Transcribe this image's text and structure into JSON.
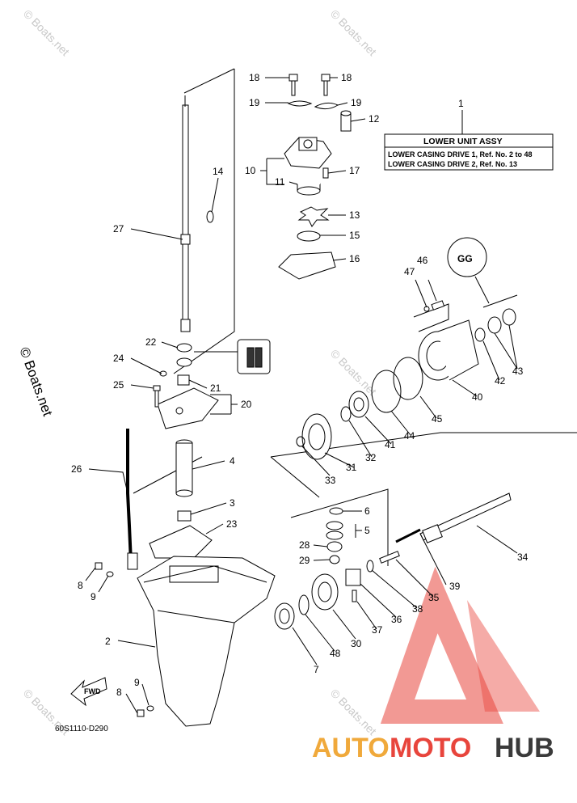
{
  "watermark": {
    "text": "© Boats.net"
  },
  "callouts": {
    "c1": "1",
    "c2": "2",
    "c3": "3",
    "c4": "4",
    "c5": "5",
    "c6": "6",
    "c7": "7",
    "c8a": "8",
    "c8b": "8",
    "c9a": "9",
    "c9b": "9",
    "c10": "10",
    "c11": "11",
    "c12": "12",
    "c13": "13",
    "c14": "14",
    "c15": "15",
    "c16": "16",
    "c17": "17",
    "c18a": "18",
    "c18b": "18",
    "c19a": "19",
    "c19b": "19",
    "c20": "20",
    "c21": "21",
    "c22": "22",
    "c23": "23",
    "c24": "24",
    "c25": "25",
    "c26": "26",
    "c27": "27",
    "c28": "28",
    "c29": "29",
    "c30": "30",
    "c31": "31",
    "c32": "32",
    "c33": "33",
    "c34": "34",
    "c35": "35",
    "c36": "36",
    "c37": "37",
    "c38": "38",
    "c39": "39",
    "c40": "40",
    "c41": "41",
    "c42": "42",
    "c43": "43",
    "c44": "44",
    "c45": "45",
    "c46": "46",
    "c47": "47",
    "c48": "48"
  },
  "assembly_box": {
    "title": "LOWER UNIT ASSY",
    "line1": "LOWER CASING DRIVE 1,  Ref. No. 2 to 48",
    "line2": "LOWER CASING DRIVE 2,  Ref. No. 13"
  },
  "fwd_label": "FWD",
  "diagram_code": "60S1110-D290",
  "logo": {
    "part1": "AUTO",
    "part2": "MOTO",
    "part3": "HUB",
    "colors": {
      "auto": "#f0a93b",
      "moto": "#e8453c",
      "hub": "#3a3a3a",
      "triangle": "#e8453c"
    }
  }
}
